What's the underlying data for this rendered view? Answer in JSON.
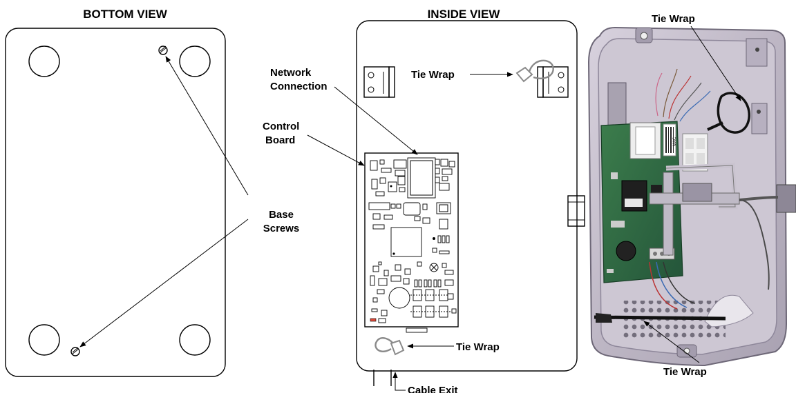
{
  "titles": {
    "bottom_view": "BOTTOM VIEW",
    "inside_view": "INSIDE VIEW"
  },
  "callouts": {
    "base_screws_line1": "Base",
    "base_screws_line2": "Screws",
    "network_line1": "Network",
    "network_line2": "Connection",
    "control_line1": "Control",
    "control_line2": "Board",
    "tie_wrap_top_inside": "Tie Wrap",
    "tie_wrap_bottom_inside": "Tie Wrap",
    "cable_exit": "Cable Exit",
    "tie_wrap_photo_top": "Tie Wrap",
    "tie_wrap_photo_bottom": "Tie Wrap"
  },
  "photo": {
    "mac_label": "MAC",
    "colors": {
      "metal": "#c9c3cf",
      "board": "#2f6b3f",
      "cable": "#111111"
    }
  }
}
